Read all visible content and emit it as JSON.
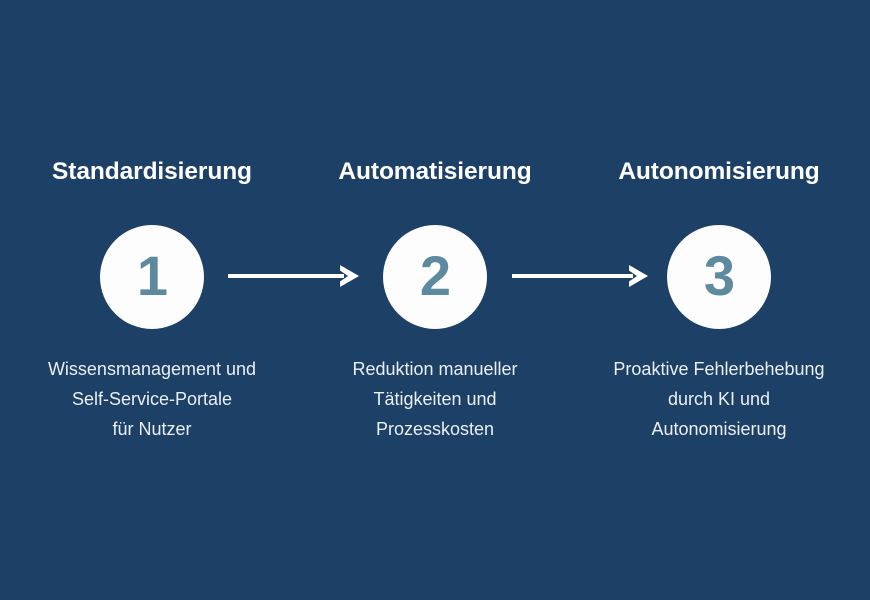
{
  "theme": {
    "background": "#1d4066",
    "circle_fill": "#fdfdfd",
    "number_color": "#5d8a9f",
    "title_color": "#ffffff",
    "description_color": "#e9eff4",
    "arrow_color": "#ffffff"
  },
  "diagram": {
    "type": "horizontal-3-step-process",
    "stages": [
      {
        "number": "1",
        "title": "Standardisierung",
        "description": "Wissensmanagement und\nSelf-Service-Portale\nfür Nutzer"
      },
      {
        "number": "2",
        "title": "Automatisierung",
        "description": "Reduktion manueller\nTätigkeiten und\nProzesskosten"
      },
      {
        "number": "3",
        "title": "Autonomisierung",
        "description": "Proaktive Fehlerbehebung\ndurch KI und\nAutonomisierung"
      }
    ],
    "connectors": [
      {
        "from": "1",
        "to": "2",
        "icon": "right-arrow-icon"
      },
      {
        "from": "2",
        "to": "3",
        "icon": "right-arrow-icon"
      }
    ]
  }
}
